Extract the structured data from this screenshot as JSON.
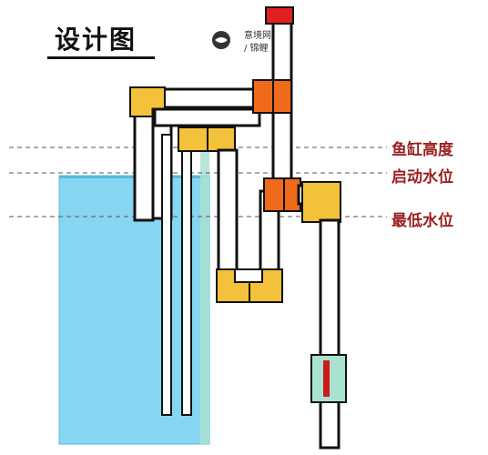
{
  "title": "设计图",
  "watermark": {
    "line1": "意境网",
    "line2": "/ 锦鲤"
  },
  "levels": [
    {
      "label": "鱼缸高度"
    },
    {
      "label": "启动水位"
    },
    {
      "label": "最低水位"
    }
  ],
  "colors": {
    "pipe_fitting": "#f3c13a",
    "tee_fitting": "#f06a1c",
    "cap": "#e02020",
    "water": "#7fd3f0",
    "label_text": "#9b1f1f",
    "valve_mark": "#cc1a1a"
  }
}
